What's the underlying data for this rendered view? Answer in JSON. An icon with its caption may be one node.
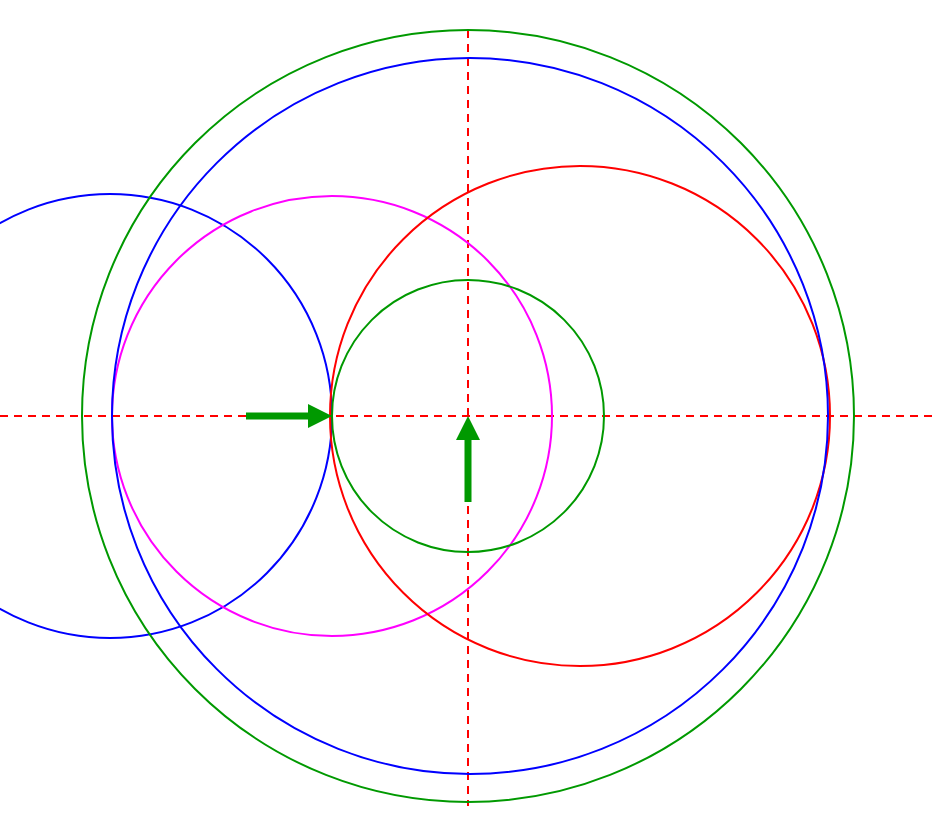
{
  "diagram": {
    "nodes": [
      {
        "text": [],
        "shape": "circle"
      },
      {
        "text": [],
        "shape": "circle"
      },
      {
        "text": [],
        "shape": "circle",
        "in": 1
      },
      {
        "text": [],
        "shape": "circle",
        "in": 2
      },
      {
        "text": [],
        "shape": "circle",
        "in": 2
      },
      {
        "text": [],
        "shape": "circle",
        "in": 4
      }
    ]
  }
}
